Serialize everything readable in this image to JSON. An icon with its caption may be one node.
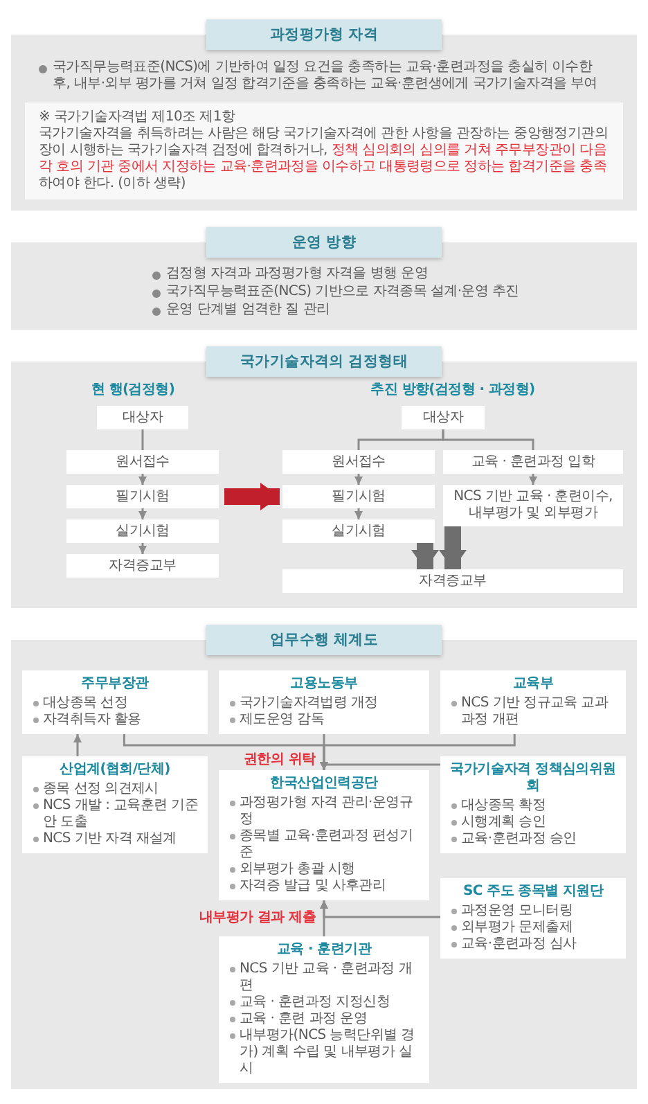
{
  "diagram": {
    "nodes": [
      {
        "text": [
          "과정평가형 자격"
        ]
      },
      {
        "text": [
          "국가직무능력표준(NCS)에 기반하여 일정 요건을 충족하는 교육·훈련과정을 충실히 이수한 후, 내부·외부 평가를 거쳐 일정 합격기준을 충족하는 교육·훈련생에게 국가기술자격을 부여"
        ]
      },
      {
        "text": [
          "※ 국가기술자격법 제10조 제1항",
          "국가기술자격을 취득하려는 사람은 해당 국가기술자격에 관한 사항을 관장하는 중앙행정기관의 장이 시행하는 국가기술자격 검정에 합격하거나, **정책 심의회의 심의를 거쳐 주무부장관이 다음 각 호의 기관 중에서 지정하는 교육·훈련과정을 이수하고 대통령령으로 정하는 합격기준을 충족**하여야 한다. (이하 생략)"
        ],
        "in": 1
      },
      {
        "text": [
          "운영 방향"
        ]
      },
      {
        "text": [
          "검정형 자격과 과정평가형 자격을 병행 운영",
          "국가직무능력표준(NCS) 기반으로 자격종목 설계·운영 추진",
          "운영 단계별 엄격한 질 관리"
        ]
      },
      {
        "text": [
          "국가기술자격의 검정형태"
        ]
      },
      {
        "text": [],
        "shape": "box"
      },
      {
        "text": [
          "대상자"
        ],
        "in": 6
      },
      {
        "text": [
          "원서접수"
        ],
        "in": 6
      },
      {
        "text": [
          "필기시험"
        ],
        "in": 6
      },
      {
        "text": [
          "실기시험"
        ],
        "in": 6
      },
      {
        "text": [
          "자격증교부"
        ],
        "in": 6
      },
      {
        "text": [
          "대상자"
        ],
        "in": 6
      },
      {
        "text": [
          "원서접수"
        ],
        "in": 6
      },
      {
        "text": [
          "교육 · 훈련과정 입학"
        ],
        "in": 6
      },
      {
        "text": [
          "필기시험"
        ],
        "in": 6
      },
      {
        "text": [
          "NCS 기반 교육 · 훈련이수, 내부평가 및 외부평가"
        ],
        "in": 6
      },
      {
        "text": [
          "실기시험"
        ],
        "in": 6
      },
      {
        "text": [
          "자격증교부"
        ],
        "in": 6
      },
      {
        "text": [
          "업무수행 체계도"
        ]
      },
      {
        "text": [],
        "shape": "box"
      },
      {
        "text": [
          "주무부장관",
          "대상종목 선정",
          "자격취득자 활용"
        ],
        "in": 20
      },
      {
        "text": [
          "고용노동부",
          "국가기술자격법령 개정",
          "제도운영 감독"
        ],
        "in": 20
      },
      {
        "text": [
          "교육부",
          "NCS 기반 정규교육 교과과정 개편"
        ],
        "in": 20
      },
      {
        "text": [
          "산업계(협회/단체)",
          "종목 선정 의견제시",
          "NCS 개발 : 교육훈련 기준안 도출",
          "NCS 기반 자격 재설계"
        ],
        "in": 20
      },
      {
        "text": [
          "한국산업인력공단",
          "과정평가형 자격 관리·운영규정",
          "종목별 교육·훈련과정 편성기준",
          "외부평가 총괄 시행",
          "자격증 발급 및 사후관리"
        ],
        "in": 20
      },
      {
        "text": [
          "국가기술자격 정책심의위원회",
          "대상종목 확정",
          "시행계획 승인",
          "교육·훈련과정 승인"
        ],
        "in": 20
      },
      {
        "text": [
          "SC 주도 종목별 지원단",
          "과정운영 모니터링",
          "외부평가 문제출제",
          "교육·훈련과정 심사"
        ],
        "in": 20
      },
      {
        "text": [
          "교육 · 훈련기관",
          "NCS 기반 교육 · 훈련과정 개편",
          "교육 · 훈련과정 지정신청",
          "교육 · 훈련 과정 운영",
          "내부평가(NCS 능력단위별 경가) 계획 수립 및 내부평가 실시"
        ],
        "in": 20
      }
    ],
    "edges": [
      {
        "from": 7,
        "to": 8,
        "arrow": "none"
      },
      {
        "from": 8,
        "to": 9,
        "arrow": "to"
      },
      {
        "from": 9,
        "to": 10,
        "arrow": "to"
      },
      {
        "from": 10,
        "to": 11,
        "arrow": "to"
      },
      {
        "from": 12,
        "to": 13,
        "arrow": "none"
      },
      {
        "from": 12,
        "to": 14,
        "arrow": "none"
      },
      {
        "from": 13,
        "to": 15,
        "arrow": "to"
      },
      {
        "from": 15,
        "to": 17,
        "arrow": "to"
      },
      {
        "from": 14,
        "to": 16,
        "arrow": "to"
      },
      {
        "from": 17,
        "to": 18,
        "arrow": "to",
        "style": "thick",
        "color": "#6e6e6e"
      },
      {
        "from": 16,
        "to": 18,
        "arrow": "to",
        "style": "thick",
        "color": "#6e6e6e"
      },
      {
        "from": 9,
        "to": 15,
        "arrow": "to",
        "style": "thick",
        "color": "#c01f2b"
      },
      {
        "from": 24,
        "to": 21,
        "arrow": "to"
      },
      {
        "from": 21,
        "to": 25,
        "arrow": "to"
      },
      {
        "from": 22,
        "to": 25,
        "arrow": "to",
        "label": "권한의 위탁"
      },
      {
        "from": 23,
        "to": 25,
        "arrow": "to"
      },
      {
        "from": 26,
        "to": 25,
        "arrow": "to"
      },
      {
        "from": 28,
        "to": 25,
        "arrow": "to",
        "label": "내부평가 결과 제출"
      },
      {
        "from": 27,
        "to": 25,
        "arrow": "to"
      }
    ],
    "labels": [
      "현 행(검정형)",
      "추진 방향(검정형 · 과정형)"
    ]
  }
}
